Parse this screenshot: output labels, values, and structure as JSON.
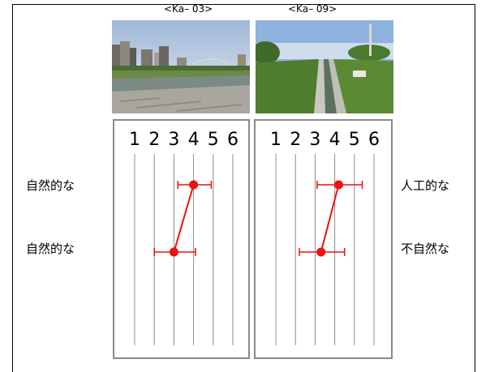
{
  "photos": [
    {
      "label": "<Ka– 03>"
    },
    {
      "label": "<Ka– 09>"
    }
  ],
  "labels": {
    "left": [
      "自然的な",
      "自然的な"
    ],
    "right": [
      "人工的な",
      "不自然な"
    ]
  },
  "chart_data": [
    {
      "type": "scatter",
      "title": "",
      "scale_ticks": [
        "1",
        "2",
        "3",
        "4",
        "5",
        "6"
      ],
      "xlim": [
        1,
        6
      ],
      "rows": [
        {
          "left": "自然的な",
          "right": "人工的な",
          "mean": 4.0,
          "err_low": 3.2,
          "err_high": 4.9
        },
        {
          "left": "自然的な",
          "right": "不自然な",
          "mean": 3.0,
          "err_low": 2.0,
          "err_high": 4.1
        }
      ],
      "marker_color": "#ee1111",
      "line_color": "#ee1111",
      "grid": true
    },
    {
      "type": "scatter",
      "title": "",
      "scale_ticks": [
        "1",
        "2",
        "3",
        "4",
        "5",
        "6"
      ],
      "xlim": [
        1,
        6
      ],
      "rows": [
        {
          "left": "自然的な",
          "right": "人工的な",
          "mean": 4.2,
          "err_low": 3.1,
          "err_high": 5.4
        },
        {
          "left": "自然的な",
          "right": "不自然な",
          "mean": 3.3,
          "err_low": 2.2,
          "err_high": 4.5
        }
      ],
      "marker_color": "#ee1111",
      "line_color": "#ee1111",
      "grid": true
    }
  ]
}
